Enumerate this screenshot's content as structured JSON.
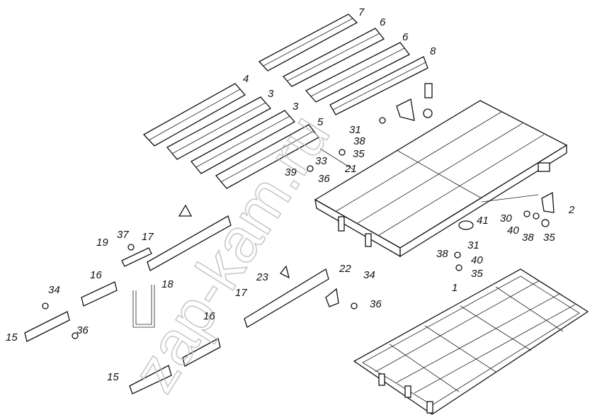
{
  "watermark": "zap-kam.ru",
  "labels": {
    "board_7": "7",
    "board_6a": "6",
    "board_6b": "6",
    "board_8": "8",
    "board_4": "4",
    "board_3a": "3",
    "board_3b": "3",
    "board_5": "5",
    "bolt_31a": "31",
    "washer_38a": "38",
    "bolt_33": "33",
    "nut_35a": "35",
    "bolt_39": "39",
    "rod_21": "21",
    "nut_36a": "36",
    "bracket_2": "2",
    "plug_41": "41",
    "bolt_30": "30",
    "washer_40a": "40",
    "washer_38b": "38",
    "nut_35b": "35",
    "bolt_31b": "31",
    "washer_38c": "38",
    "washer_40b": "40",
    "nut_35c": "35",
    "nut_37": "37",
    "plate_19": "19",
    "beam_17a": "17",
    "block_16a": "16",
    "ubolt_18": "18",
    "hook_23": "23",
    "bracket_22": "22",
    "bolt_34a": "34",
    "beam_17b": "17",
    "nut_36b": "36",
    "frame_1": "1",
    "bolt_34b": "34",
    "beam_15a": "15",
    "nut_36c": "36",
    "block_16b": "16",
    "beam_15b": "15"
  }
}
